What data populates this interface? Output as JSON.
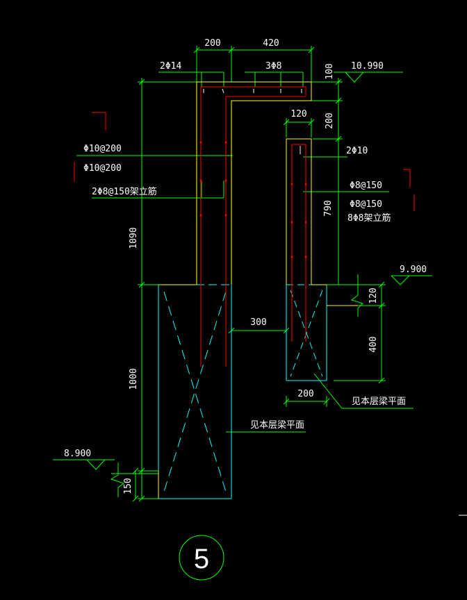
{
  "colors": {
    "background": "#000000",
    "dimension": "#00ff00",
    "concrete": "#00ffff",
    "outline": "#ffff00",
    "rebar": "#ff0000",
    "text": "#ffffff"
  },
  "dimensions": {
    "top_left_width": "200",
    "top_right_width": "420",
    "top_thickness": "100",
    "right_gap": "200",
    "right_wall_width": "120",
    "right_wall_height": "790",
    "left_wall_height": "1090",
    "gap_between": "300",
    "slab_thickness": "120",
    "right_beam_depth": "400",
    "right_beam_width": "200",
    "left_beam_depth": "1000",
    "bottom_step": "150"
  },
  "elevations": {
    "top": "10.990",
    "middle": "9.900",
    "bottom": "8.900"
  },
  "rebar_labels": {
    "top_left_bars": "2Φ14",
    "top_bars": "3Φ8",
    "right_top_bars": "2Φ10",
    "left_horizontal": "Φ10@200",
    "left_vertical": "Φ10@200",
    "left_frame": "2Φ8@150架立筋",
    "right_horizontal": "Φ8@150",
    "right_vertical": "Φ8@150",
    "right_frame": "8Φ8架立筋"
  },
  "notes": {
    "left_beam_ref": "见本层梁平面",
    "right_beam_ref": "见本层梁平面"
  },
  "detail_number": "5"
}
